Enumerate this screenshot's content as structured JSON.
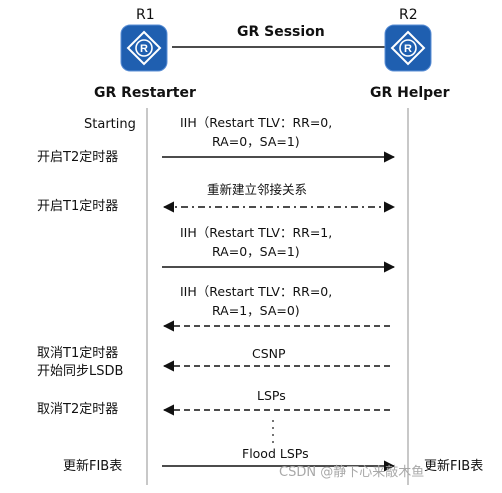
{
  "nodes": {
    "r1": {
      "name": "R1",
      "role": "GR Restarter"
    },
    "r2": {
      "name": "R2",
      "role": "GR Helper"
    },
    "session": "GR Session"
  },
  "colors": {
    "router_fill": "#1f5fb0",
    "router_stroke": "#2c6cc0",
    "line": "#111111"
  },
  "left_labels": {
    "starting": "Starting",
    "t2_start": "开启T2定时器",
    "t1_start": "开启T1定时器",
    "t1_cancel": "取消T1定时器",
    "lsdb_sync": "开始同步LSDB",
    "t2_cancel": "取消T2定时器",
    "fib_left": "更新FIB表"
  },
  "right_labels": {
    "fib_right": "更新FIB表"
  },
  "messages": {
    "m1_l1": "IIH（Restart TLV：RR=0,",
    "m1_l2": "RA=0，SA=1)",
    "m2": "重新建立邻接关系",
    "m3_l1": "IIH（Restart TLV：RR=1,",
    "m3_l2": "RA=0，SA=1)",
    "m4_l1": "IIH（Restart TLV：RR=0,",
    "m4_l2": "RA=1，SA=0)",
    "m5": "CSNP",
    "m6": "LSPs",
    "m7": "Flood LSPs"
  },
  "watermark": "CSDN @静下心来敲木鱼"
}
